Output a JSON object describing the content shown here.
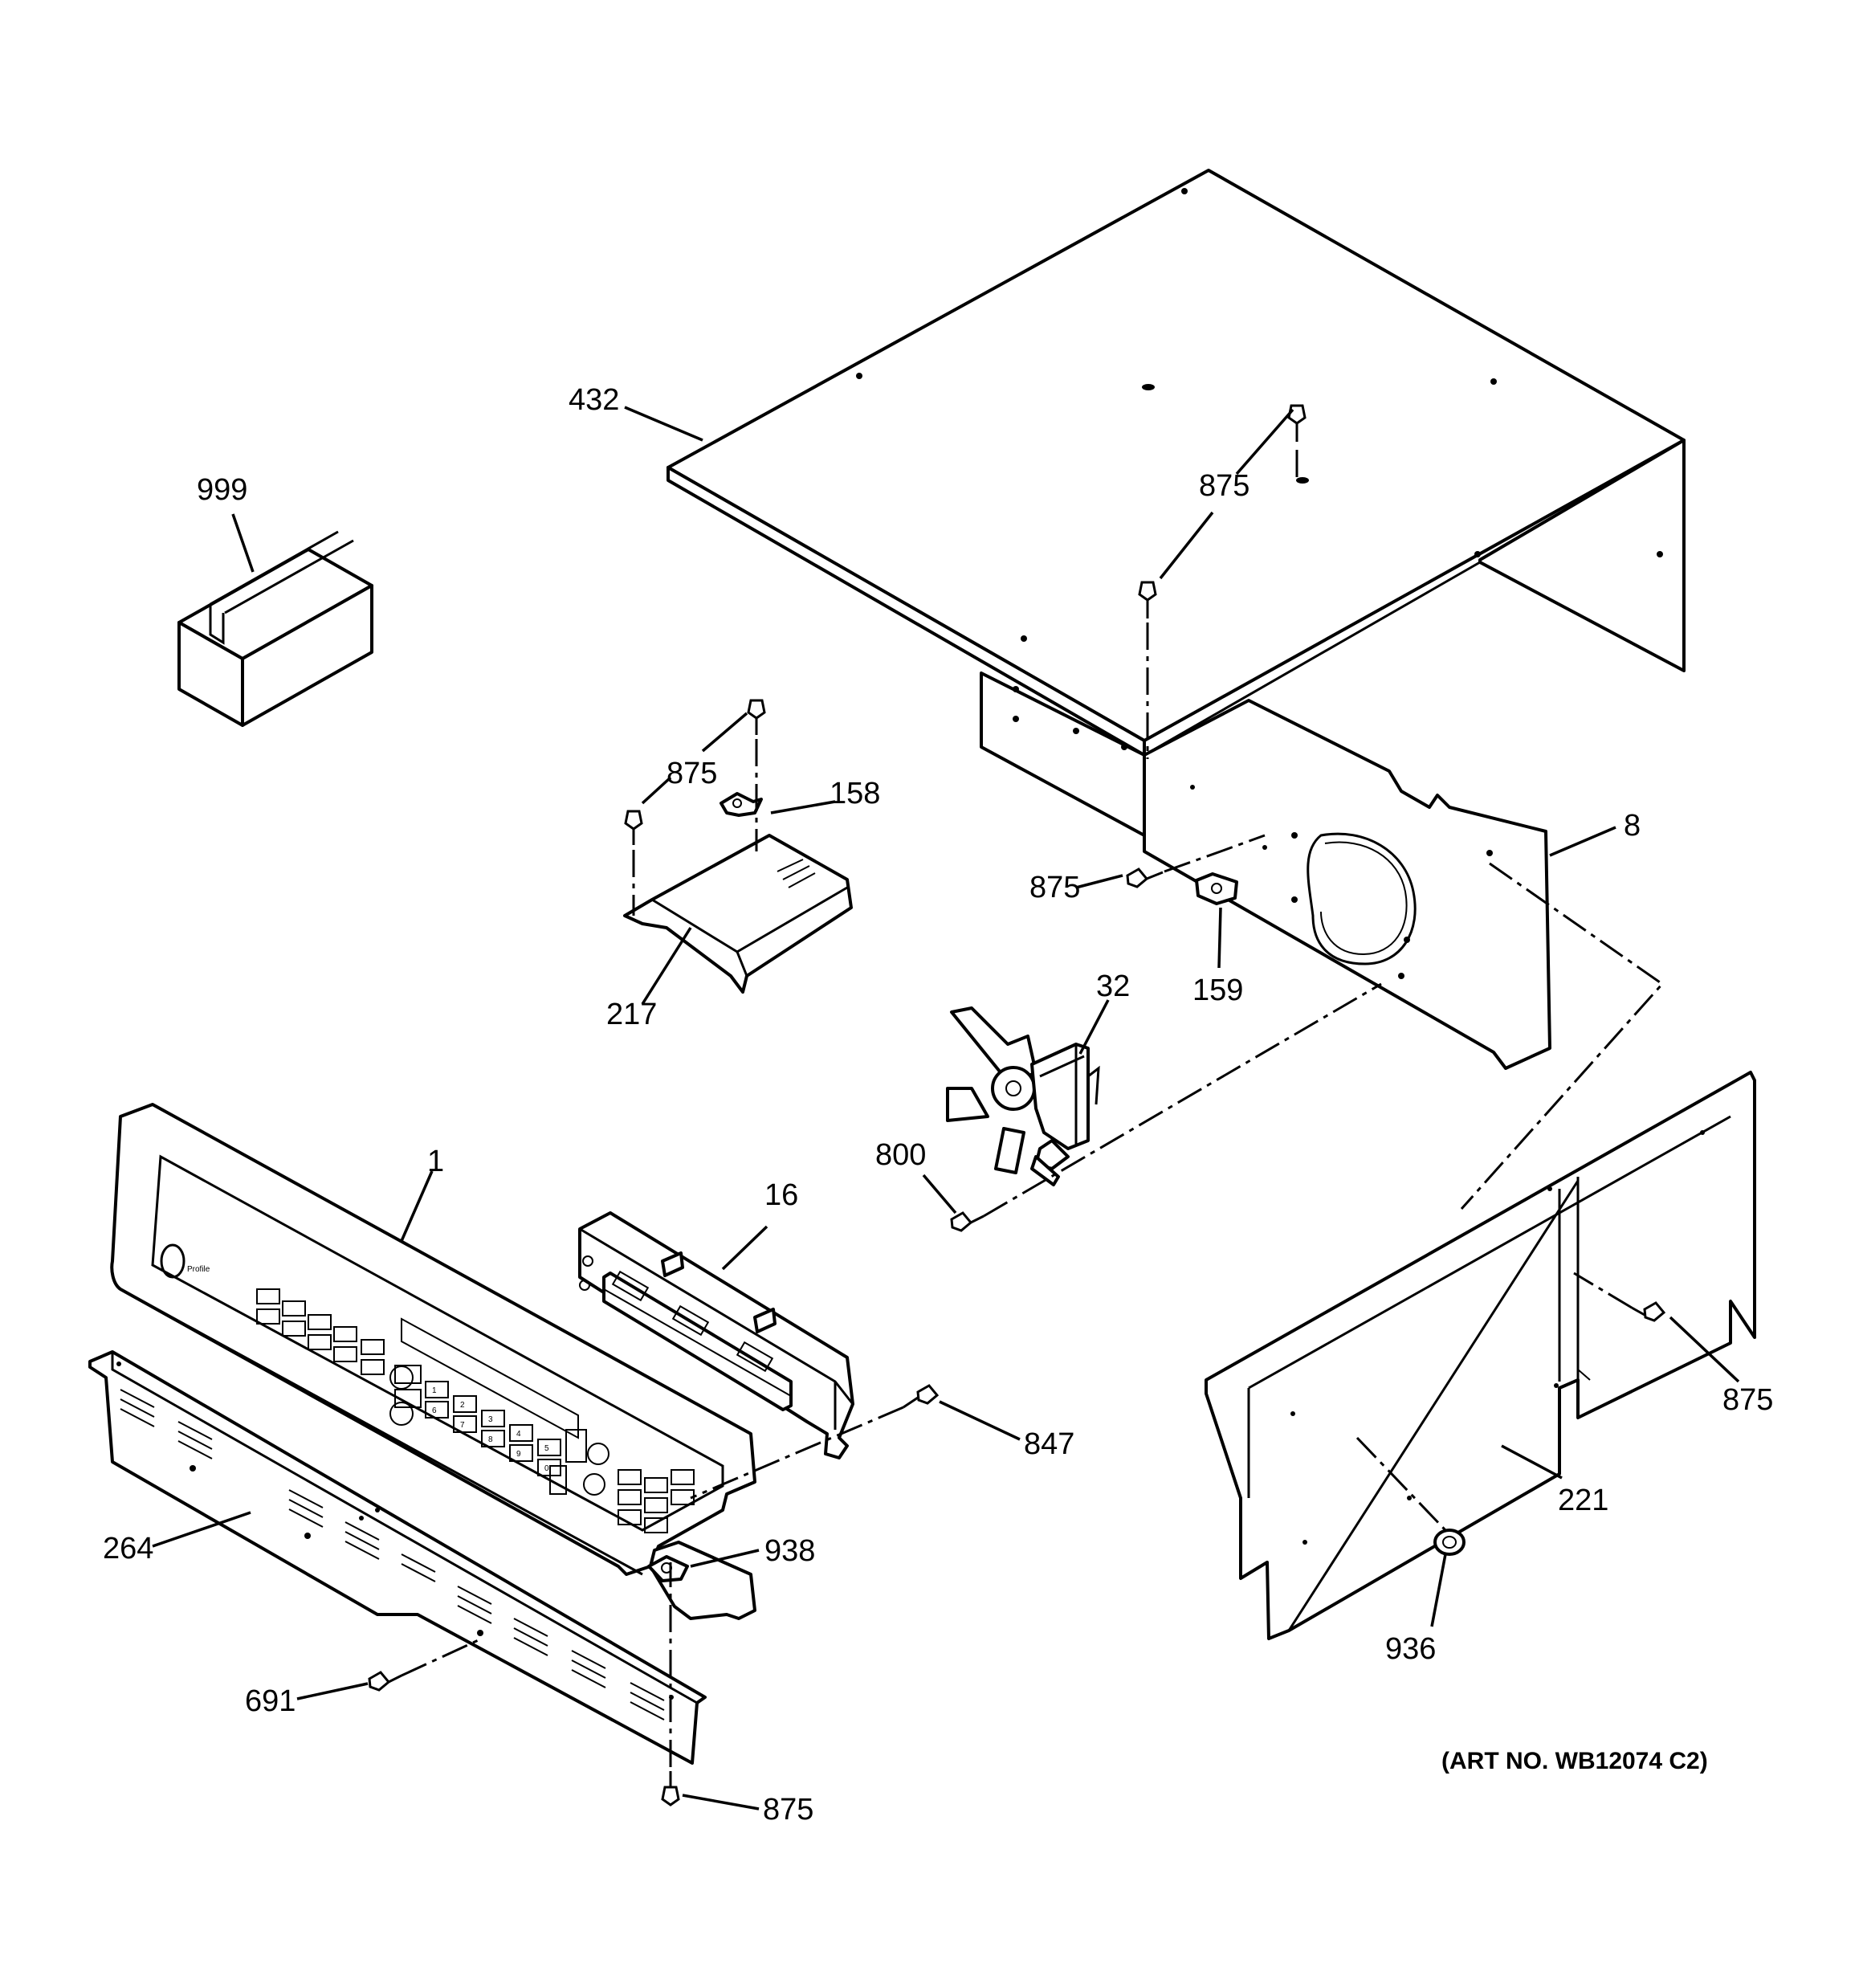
{
  "labels": {
    "p432": "432",
    "p999": "999",
    "p875_top": "875",
    "p875_bracket": "875",
    "p158": "158",
    "p8": "8",
    "p875_mid": "875",
    "p159": "159",
    "p32": "32",
    "p217": "217",
    "p1": "1",
    "p16": "16",
    "p800": "800",
    "p875_right": "875",
    "p847": "847",
    "p221": "221",
    "p938": "938",
    "p264": "264",
    "p936": "936",
    "p691": "691",
    "p875_bottom": "875"
  },
  "art_number": "(ART NO. WB12074 C2)",
  "panel_text": {
    "brand": "Profile",
    "keypad_digits": [
      "1",
      "2",
      "3",
      "4",
      "5",
      "6",
      "7",
      "8",
      "9",
      "0"
    ]
  }
}
